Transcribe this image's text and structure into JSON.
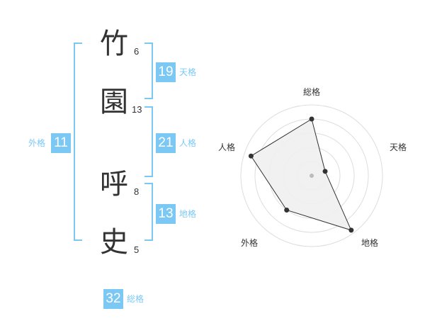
{
  "name": {
    "characters": [
      {
        "char": "竹",
        "strokes": "6"
      },
      {
        "char": "園",
        "strokes": "13"
      },
      {
        "char": "呼",
        "strokes": "8"
      },
      {
        "char": "史",
        "strokes": "5"
      }
    ]
  },
  "fortunes": {
    "tenkaku": {
      "value": "19",
      "label": "天格"
    },
    "jinkaku": {
      "value": "21",
      "label": "人格"
    },
    "chikaku": {
      "value": "13",
      "label": "地格"
    },
    "gaikaku": {
      "value": "11",
      "label": "外格"
    },
    "soukaku": {
      "value": "32",
      "label": "総格"
    }
  },
  "radar": {
    "axes": [
      "総格",
      "天格",
      "地格",
      "外格",
      "人格"
    ],
    "values": [
      0.8,
      0.2,
      0.95,
      0.6,
      0.9
    ],
    "rings": 5,
    "colors": {
      "ring": "#dddddd",
      "fill": "#f0f0f0",
      "stroke": "#333333",
      "center": "#bbbbbb"
    }
  }
}
